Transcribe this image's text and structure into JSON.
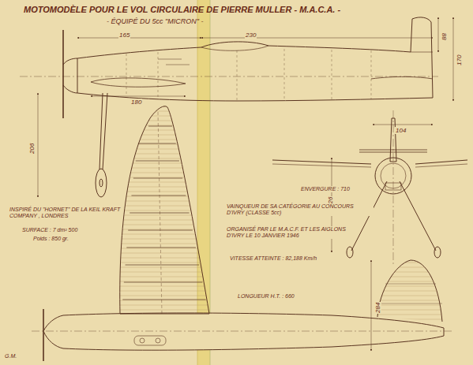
{
  "diagram": {
    "title": "MOTOMODÈLE POUR LE VOL CIRCULAIRE DE PIERRE MULLER - M.A.C.A. -",
    "labels": [
      "- ÉQUIPÉ DU 5cc \"MICRON\" -",
      "165",
      "230",
      "88",
      "170",
      "104",
      "180",
      "206",
      "ENVERGURE : 710",
      "126",
      "INSPIRÉ DU \"HORNET\" DE LA KEIL KRAFT COMPANY , LONDRES",
      "SURFACE : 7 dm² 500",
      "Poids : 850 gr.",
      "VAINQUEUR DE SA CATÉGORIE AU CONCOURS D'IVRY (CLASSE 5cc)",
      "ORGANISÉ PAR LE M.A.C.F. ET LES AIGLONS D'IVRY LE 10 JANVIER 1946",
      "VITESSE ATTEINTE : 82,188 Km/h",
      "LONGUEUR H.T. : 660",
      "284",
      "G.M."
    ]
  }
}
